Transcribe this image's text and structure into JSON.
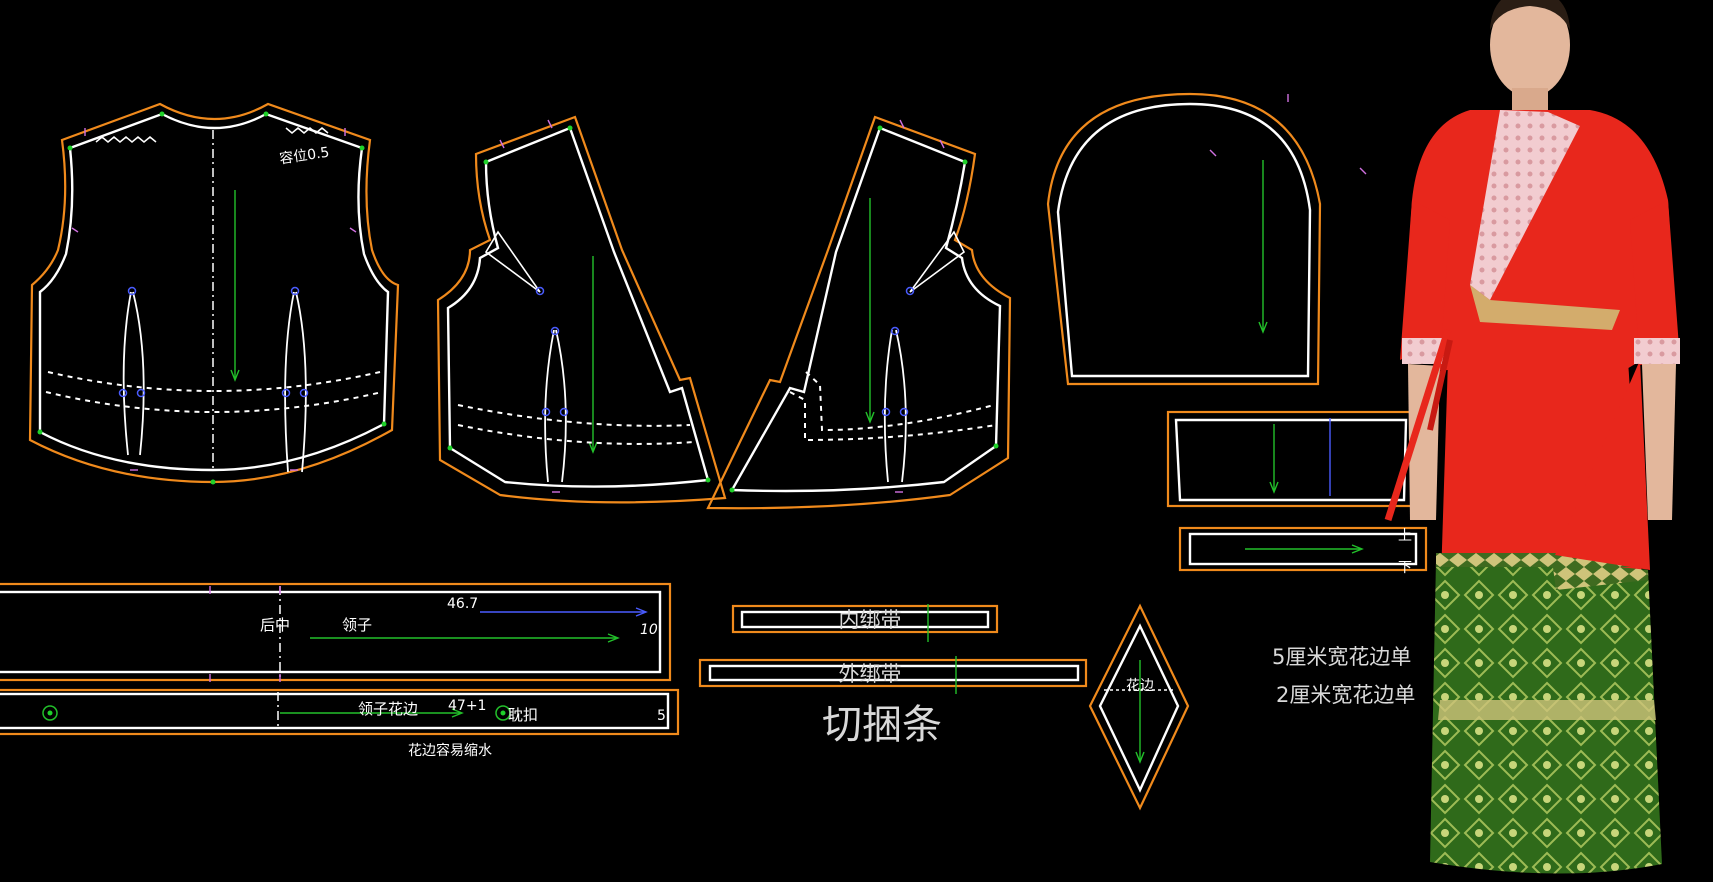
{
  "labels": {
    "ease": "容位0.5",
    "back_center": "后中",
    "collar": "领子",
    "collar_length": "46.7",
    "collar_width": "10",
    "collar_lace": "领子花边",
    "lace_length": "47+1",
    "button_loop": "耽扣",
    "lace_width": "5",
    "lace_shrink_note": "花边容易缩水",
    "inner_tie": "内绑带",
    "outer_tie": "外绑带",
    "bias_strip": "切捆条",
    "lace_diamond": "花边",
    "up_mark": "上",
    "down_mark": "下",
    "note_5cm": "5厘米宽花边单",
    "note_2cm": "2厘米宽花边单"
  },
  "colors": {
    "background": "#000000",
    "seam_allowance": "#f08a1c",
    "net_line": "#ffffff",
    "grainline": "#22c02a",
    "notch": "#d070e0",
    "drill": "#4a5cff",
    "garment_red": "#e8271c",
    "skirt_green": "#2f6a1a",
    "lace_trim": "#f2ccd0"
  },
  "pieces": [
    "back-bodice",
    "left-front-bodice",
    "right-front-bodice",
    "sleeve",
    "sleeve-cuff-band",
    "sleeve-lace-band",
    "collar",
    "collar-lace",
    "inner-tie",
    "outer-tie",
    "diamond-lace",
    "model-render"
  ]
}
